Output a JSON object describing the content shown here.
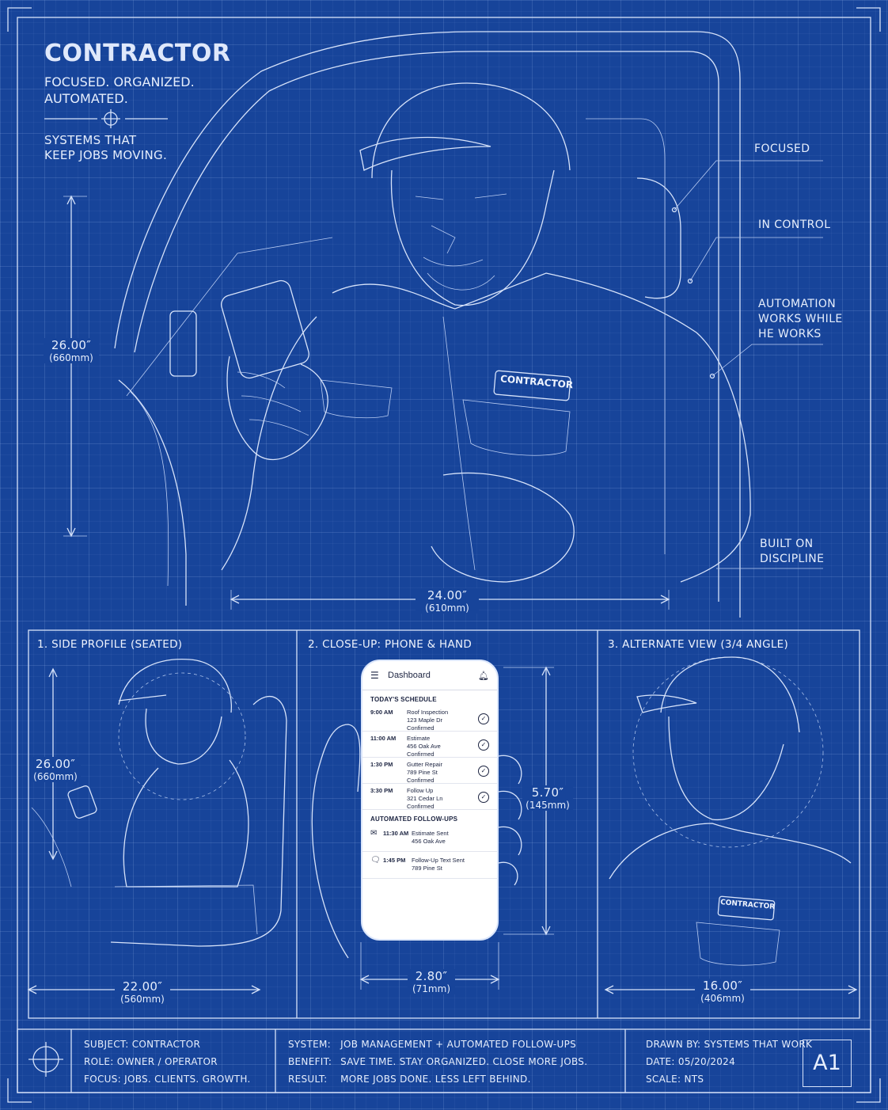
{
  "header": {
    "title": "CONTRACTOR",
    "tagline_1": "FOCUSED. ORGANIZED.",
    "tagline_2": "AUTOMATED.",
    "subline_1": "SYSTEMS THAT",
    "subline_2": "KEEP JOBS MOVING."
  },
  "main": {
    "badge": "CONTRACTOR",
    "callouts": {
      "focused": "FOCUSED",
      "in_control": "IN CONTROL",
      "automation_1": "AUTOMATION",
      "automation_2": "WORKS WHILE",
      "automation_3": "HE WORKS",
      "built_1": "BUILT ON",
      "built_2": "DISCIPLINE"
    },
    "height_dim": "26.00″",
    "height_dim_mm": "(660mm)",
    "width_dim": "24.00″",
    "width_dim_mm": "(610mm)"
  },
  "panels": {
    "p1": {
      "title": "1. SIDE PROFILE (SEATED)",
      "height_dim": "26.00″",
      "height_dim_mm": "(660mm)",
      "width_dim": "22.00″",
      "width_dim_mm": "(560mm)"
    },
    "p2": {
      "title": "2. CLOSE-UP: PHONE & HAND",
      "height_dim": "5.70″",
      "height_dim_mm": "(145mm)",
      "width_dim": "2.80″",
      "width_dim_mm": "(71mm)"
    },
    "p3": {
      "title": "3. ALTERNATE VIEW (3/4 ANGLE)",
      "badge": "CONTRACTOR",
      "width_dim": "16.00″",
      "width_dim_mm": "(406mm)"
    }
  },
  "phone": {
    "header": "Dashboard",
    "schedule_title": "TODAY'S SCHEDULE",
    "schedule": [
      {
        "time": "9:00 AM",
        "title": "Roof Inspection",
        "address": "123 Maple Dr",
        "status": "Confirmed"
      },
      {
        "time": "11:00 AM",
        "title": "Estimate",
        "address": "456 Oak Ave",
        "status": "Confirmed"
      },
      {
        "time": "1:30 PM",
        "title": "Gutter Repair",
        "address": "789 Pine St",
        "status": "Confirmed"
      },
      {
        "time": "3:30 PM",
        "title": "Follow Up",
        "address": "321 Cedar Ln",
        "status": "Confirmed"
      }
    ],
    "followups_title": "AUTOMATED FOLLOW-UPS",
    "followups": [
      {
        "time": "11:30 AM",
        "title": "Estimate Sent",
        "address": "456 Oak Ave"
      },
      {
        "time": "1:45 PM",
        "title": "Follow-Up Text Sent",
        "address": "789 Pine St"
      }
    ]
  },
  "footer": {
    "subject_label": "SUBJECT:",
    "subject": "CONTRACTOR",
    "role_label": "ROLE:",
    "role": "OWNER / OPERATOR",
    "focus_label": "FOCUS:",
    "focus": "JOBS. CLIENTS. GROWTH.",
    "system_label": "SYSTEM:",
    "system": "JOB MANAGEMENT + AUTOMATED FOLLOW-UPS",
    "benefit_label": "BENEFIT:",
    "benefit": "SAVE TIME. STAY ORGANIZED. CLOSE MORE JOBS.",
    "result_label": "RESULT:",
    "result": "MORE JOBS DONE. LESS LEFT BEHIND.",
    "drawn_label": "DRAWN BY:",
    "drawn": "SYSTEMS THAT WORK",
    "date_label": "DATE:",
    "date": "05/20/2024",
    "scale_label": "SCALE:",
    "scale": "NTS",
    "sheet": "A1"
  },
  "colors": {
    "background": "#17449a",
    "line": "#d7e3fa",
    "text": "#e6eefc"
  }
}
